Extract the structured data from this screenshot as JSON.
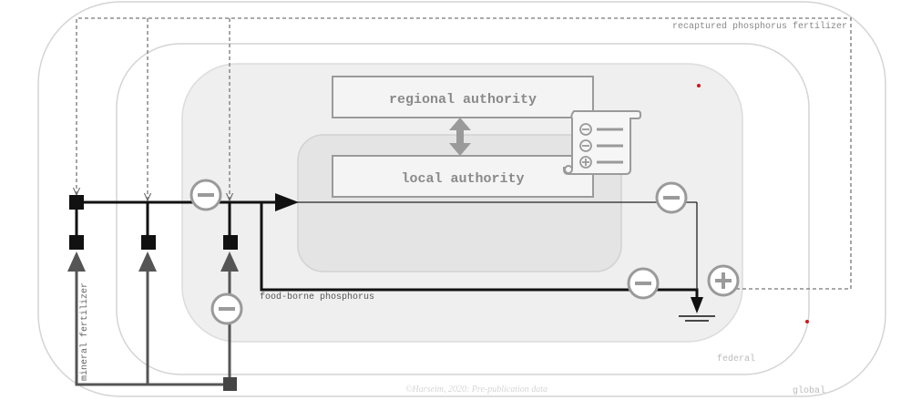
{
  "labels": {
    "recaptured": "recaptured phosphorus fertilizer",
    "food_borne": "food-borne phosphorus",
    "mineral": "mineral fertilizer",
    "federal": "federal",
    "global": "global",
    "copyright": "©Harseim, 2020: Pre-publication data"
  },
  "authorities": {
    "regional": "regional authority",
    "local": "local authority"
  },
  "document_signs": [
    "⊖",
    "⊖",
    "⊕"
  ],
  "colors": {
    "flow": "#111111",
    "grey_flow": "#555555",
    "region_fill": "#efefef",
    "local_fill": "#e4e4e4",
    "sign_circle": "#9a9a9a",
    "accent_dot": "#d0161b"
  }
}
